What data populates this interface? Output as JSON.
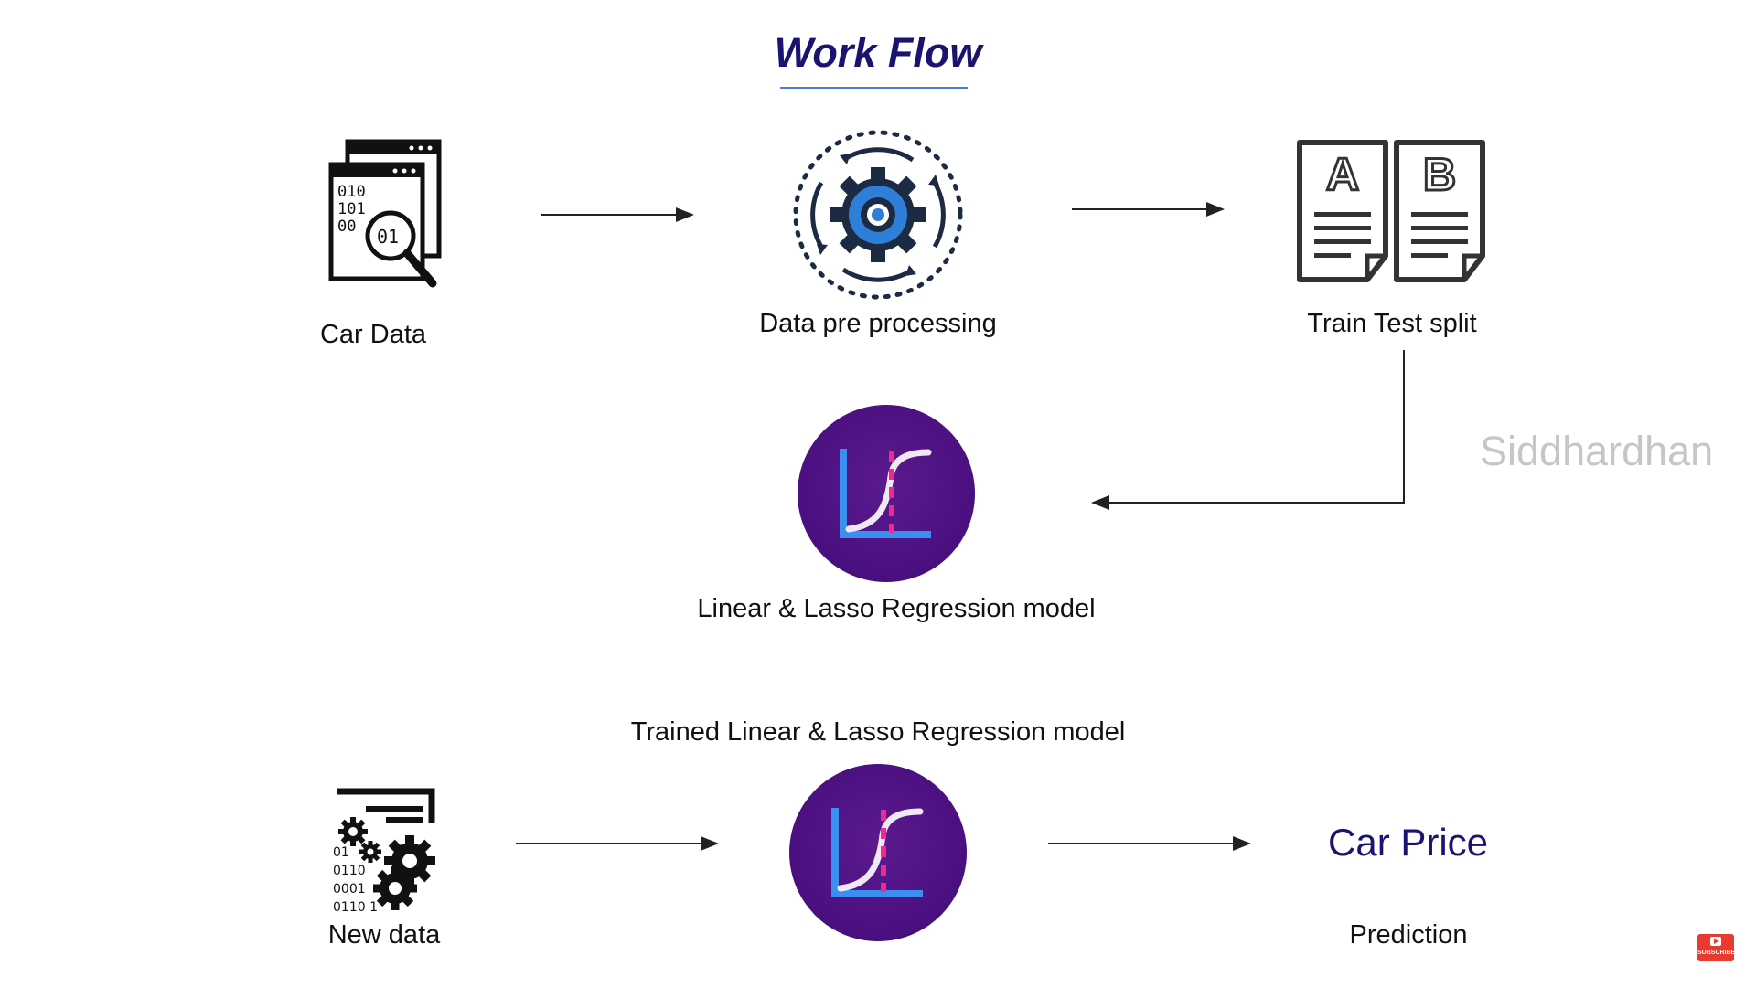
{
  "title": "Work Flow",
  "nodes": {
    "car_data": "Car Data",
    "preprocessing": "Data pre processing",
    "train_test_split": "Train Test split",
    "model": "Linear  & Lasso Regression model",
    "trained_model": "Trained Linear & Lasso Regression model",
    "new_data": "New data",
    "car_price": "Car Price",
    "prediction": "Prediction"
  },
  "binary_text": {
    "car_data": [
      "010",
      "101",
      "00",
      "01"
    ],
    "new_data": [
      "01",
      "0110",
      "0001",
      "0110 1"
    ]
  },
  "split_letters": [
    "A",
    "B"
  ],
  "watermark": "Siddhardhan",
  "subscribe_label": "SUBSCRIBE",
  "colors": {
    "title": "#1a1470",
    "underline": "#4e7bd6",
    "model_circle": "#4a0f7f",
    "gear_blue": "#2f7ed8",
    "watermark": "#c6c6c6"
  },
  "icons": {
    "car_data": "binary-document-search-icon",
    "preprocessing": "gear-cycle-icon",
    "train_test_split": "ab-documents-icon",
    "model": "regression-chart-icon",
    "new_data": "data-gears-icon"
  }
}
